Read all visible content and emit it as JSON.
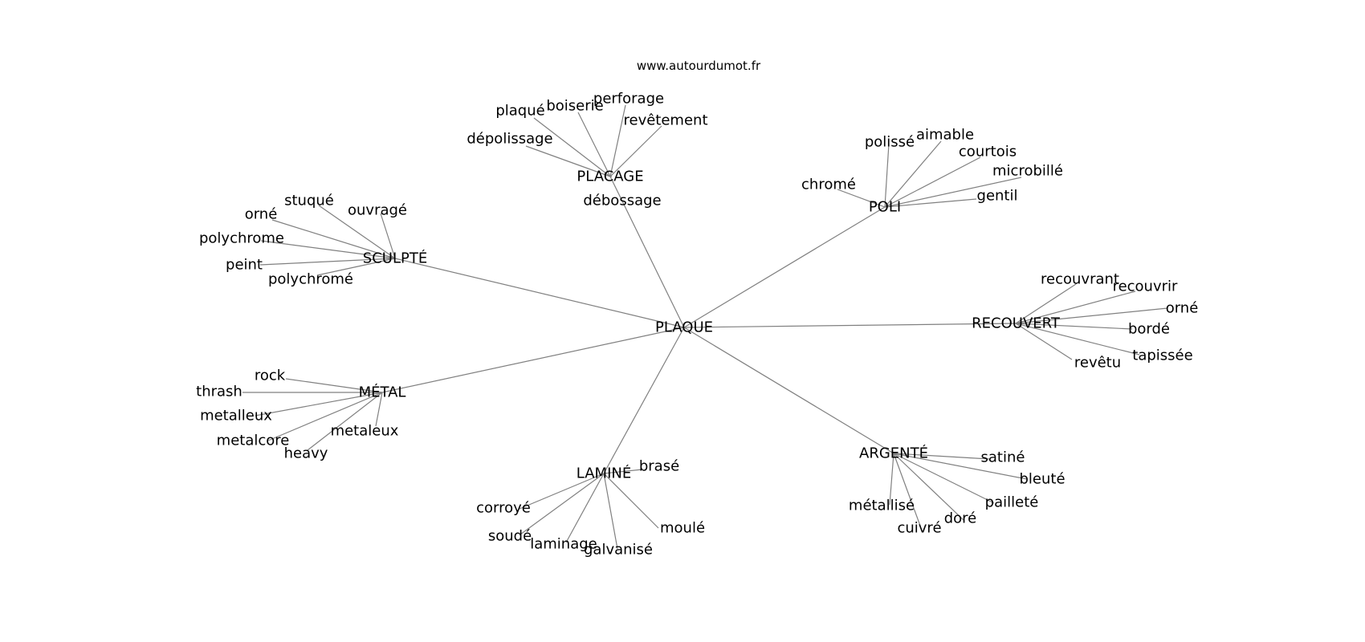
{
  "site": "www.autourdumot.fr",
  "graph": {
    "root": "PLAQUE",
    "hubs": [
      {
        "id": "placage",
        "label": "PLACAGE",
        "leaves": [
          "dépolissage",
          "plaqué",
          "boiserie",
          "perforage",
          "revêtement",
          "débossage"
        ]
      },
      {
        "id": "poli",
        "label": "POLI",
        "leaves": [
          "chromé",
          "polissé",
          "aimable",
          "courtois",
          "microbillé",
          "gentil"
        ]
      },
      {
        "id": "recouvert",
        "label": "RECOUVERT",
        "leaves": [
          "recouvrant",
          "recouvrir",
          "orné",
          "bordé",
          "tapissée",
          "revêtu"
        ]
      },
      {
        "id": "argente",
        "label": "ARGENTÉ",
        "leaves": [
          "satiné",
          "bleuté",
          "pailleté",
          "doré",
          "cuivré",
          "métallisé"
        ]
      },
      {
        "id": "lamine",
        "label": "LAMINÉ",
        "leaves": [
          "brasé",
          "corroyé",
          "soudé",
          "laminage",
          "galvanisé",
          "moulé"
        ]
      },
      {
        "id": "metal",
        "label": "MÉTAL",
        "leaves": [
          "rock",
          "thrash",
          "metalleux",
          "metalcore",
          "heavy",
          "metaleux"
        ]
      },
      {
        "id": "sculpte",
        "label": "SCULPTÉ",
        "leaves": [
          "stuqué",
          "orné",
          "ouvragé",
          "polychrome",
          "peint",
          "polychromé"
        ]
      }
    ]
  },
  "colors": {
    "edge": "#808080",
    "text": "#000000",
    "background": "#ffffff"
  }
}
